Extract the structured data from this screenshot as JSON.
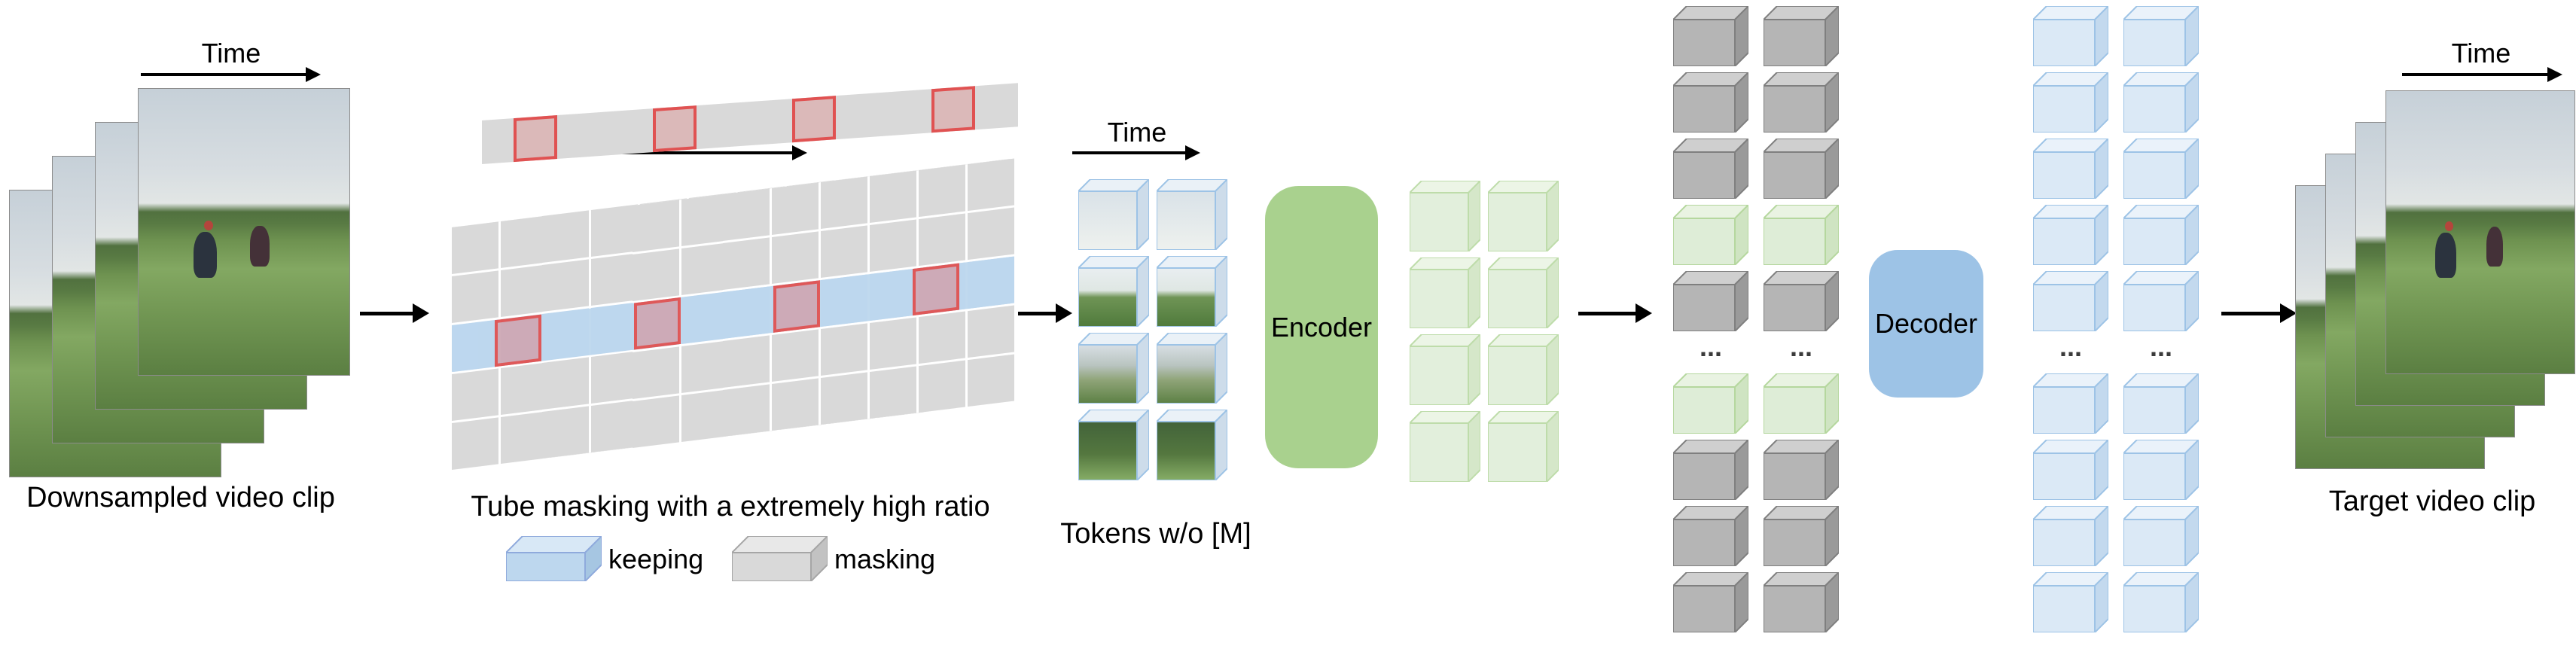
{
  "labels": {
    "time": "Time",
    "downsampled_caption": "Downsampled video clip",
    "tube_caption": "Tube masking with a extremely high ratio",
    "legend_keeping": "keeping",
    "legend_masking": "masking",
    "tokens_caption": "Tokens w/o [M]",
    "encoder": "Encoder",
    "decoder": "Decoder",
    "ellipsis": "...",
    "target_caption": "Target video clip"
  },
  "colors": {
    "keeping_patch": "#bdd7ee",
    "masking_patch": "#d9d9d9",
    "highlight_red": "#e05252",
    "encoder_fill": "#a9d18e",
    "decoder_fill": "#9dc3e6",
    "cube_gray": {
      "front": "#b5b5b5",
      "top": "#cfcfcf",
      "side": "#9a9a9a",
      "stroke": "#7f7f7f"
    },
    "cube_green": {
      "front": "#d9ead1",
      "top": "#e6f2de",
      "side": "#c7e0b8",
      "stroke": "#a9d18e"
    },
    "cube_blue": {
      "front": "#dbe9f6",
      "top": "#eaf2fa",
      "side": "#c3d9ee",
      "stroke": "#9dc3e6"
    },
    "cube_keep": {
      "front": "#bdd7ee",
      "top": "#d8e8f6",
      "side": "#a6c6e2",
      "stroke": "#8faadc"
    },
    "cube_mask": {
      "front": "#d9d9d9",
      "top": "#e8e8e8",
      "side": "#c2c2c2",
      "stroke": "#a6a6a6"
    },
    "cube_token": {
      "front": "#ffffff",
      "top": "#eaf1f7",
      "side": "#cddcea",
      "stroke": "#9dc3e6"
    }
  },
  "video_clip": {
    "frames": 4
  },
  "mask_grid": {
    "frames": 4,
    "cols": 6,
    "rows": 5,
    "keep_row_index": 2,
    "red_cells_per_band": 4
  },
  "token_grid": {
    "rows": 4,
    "cols": 2
  },
  "token_row_fills": [
    [
      [
        0,
        "#d9e2e8"
      ],
      [
        1,
        "#eef1ee"
      ]
    ],
    [
      [
        0,
        "#e9eef1"
      ],
      [
        0.38,
        "#dfe7e3"
      ],
      [
        0.5,
        "#6f9455"
      ],
      [
        1,
        "#4f7a3c"
      ]
    ],
    [
      [
        0,
        "#d8dfe4"
      ],
      [
        0.35,
        "#b9c4c0"
      ],
      [
        0.6,
        "#8fa478"
      ],
      [
        1,
        "#5c8044"
      ]
    ],
    [
      [
        0,
        "#42633a"
      ],
      [
        0.55,
        "#54773f"
      ],
      [
        1,
        "#86ad66"
      ]
    ]
  ],
  "encoder_output_grid": {
    "rows": 4,
    "cols": 2
  },
  "latent_column": {
    "cols": 2,
    "rows": [
      "gray",
      "gray",
      "gray",
      "green",
      "gray",
      "dots",
      "green",
      "gray",
      "gray",
      "gray"
    ]
  },
  "decoded_column": {
    "cols": 2,
    "rows": [
      "blue",
      "blue",
      "blue",
      "blue",
      "blue",
      "dots",
      "blue",
      "blue",
      "blue",
      "blue"
    ]
  }
}
